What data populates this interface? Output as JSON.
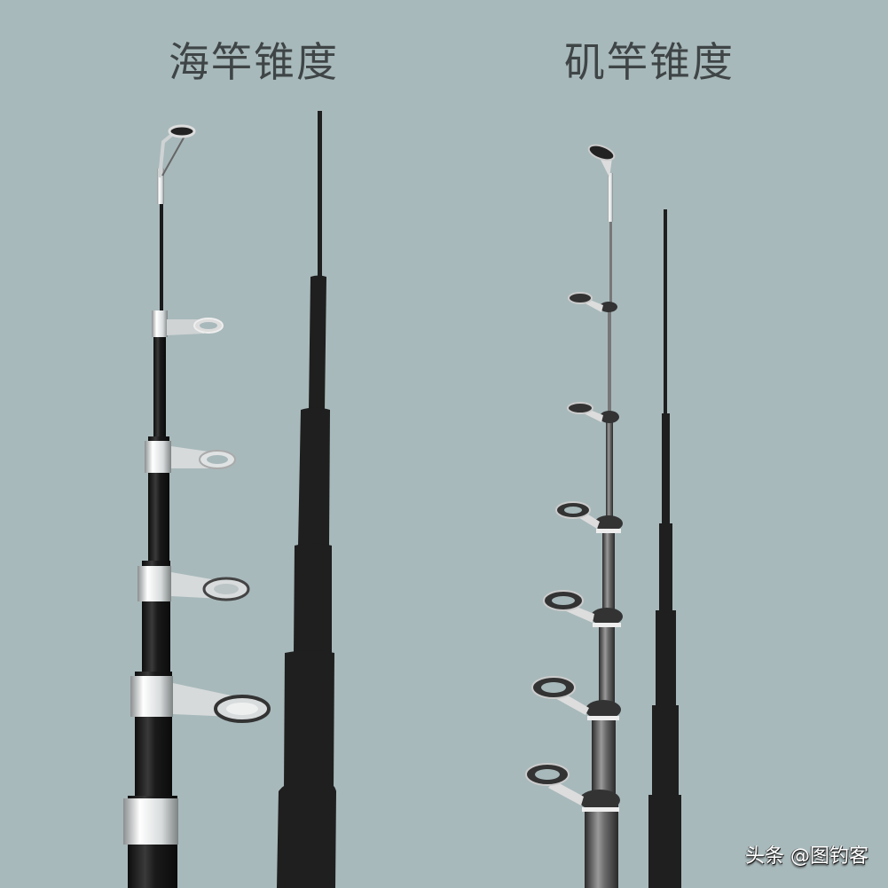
{
  "titles": {
    "left": "海竿锥度",
    "right": "矶竿锥度"
  },
  "watermark": "头条 @图钓客",
  "colors": {
    "background": "#a8b9bb",
    "title_text": "#3f4546",
    "silhouette": "#1f1f1f",
    "chrome": "#e8ecec",
    "carbon_blank": "#1c1c1c",
    "grey_blank": "#6b6b6b"
  },
  "sea_rod": {
    "guides": 5,
    "tip_top": true,
    "silhouette_segments_top_y": [
      125,
      312,
      462,
      615,
      735,
      888
    ]
  },
  "rock_rod": {
    "guides": 7,
    "tip_top": true,
    "silhouette_segments_top_y": [
      236,
      466,
      590,
      688,
      795,
      896
    ]
  }
}
